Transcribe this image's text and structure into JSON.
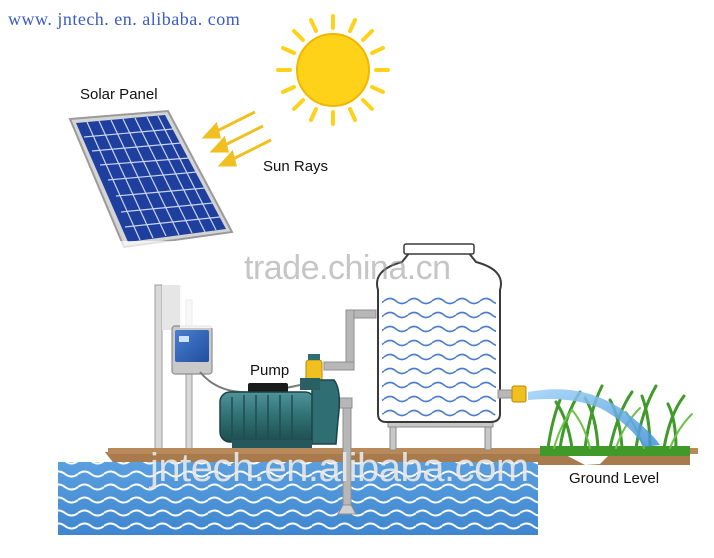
{
  "header": {
    "url": "www. jntech. en. alibaba. com"
  },
  "labels": {
    "solar_panel": "Solar Panel",
    "sun_rays": "Sun Rays",
    "pump": "Pump",
    "ground_level": "Ground Level"
  },
  "watermarks": {
    "middle": "trade.china.cn",
    "bottom": "jntech.en.alibaba.com"
  },
  "colors": {
    "sun": "#ffd21a",
    "panel_cell": "#1f3f9e",
    "water": "#4f93d9",
    "ground": "#a87a4c",
    "grass": "#3f9a2a",
    "pump_body": "#2f6f73",
    "valve": "#f0c020",
    "pipe": "#b7b7b7"
  }
}
